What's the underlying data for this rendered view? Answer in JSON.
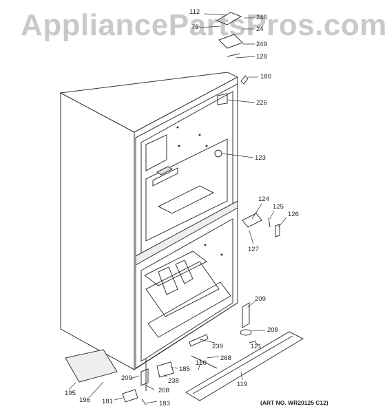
{
  "watermark": "AppliancePartsPros.com",
  "art_number": "(ART NO. WR20125 C12)",
  "callouts": [
    "112",
    "246",
    "79",
    "24",
    "249",
    "128",
    "180",
    "226",
    "123",
    "124",
    "125",
    "126",
    "127",
    "209",
    "208",
    "121",
    "239",
    "268",
    "120",
    "185",
    "238",
    "119",
    "195",
    "196",
    "209",
    "208",
    "181",
    "183"
  ]
}
